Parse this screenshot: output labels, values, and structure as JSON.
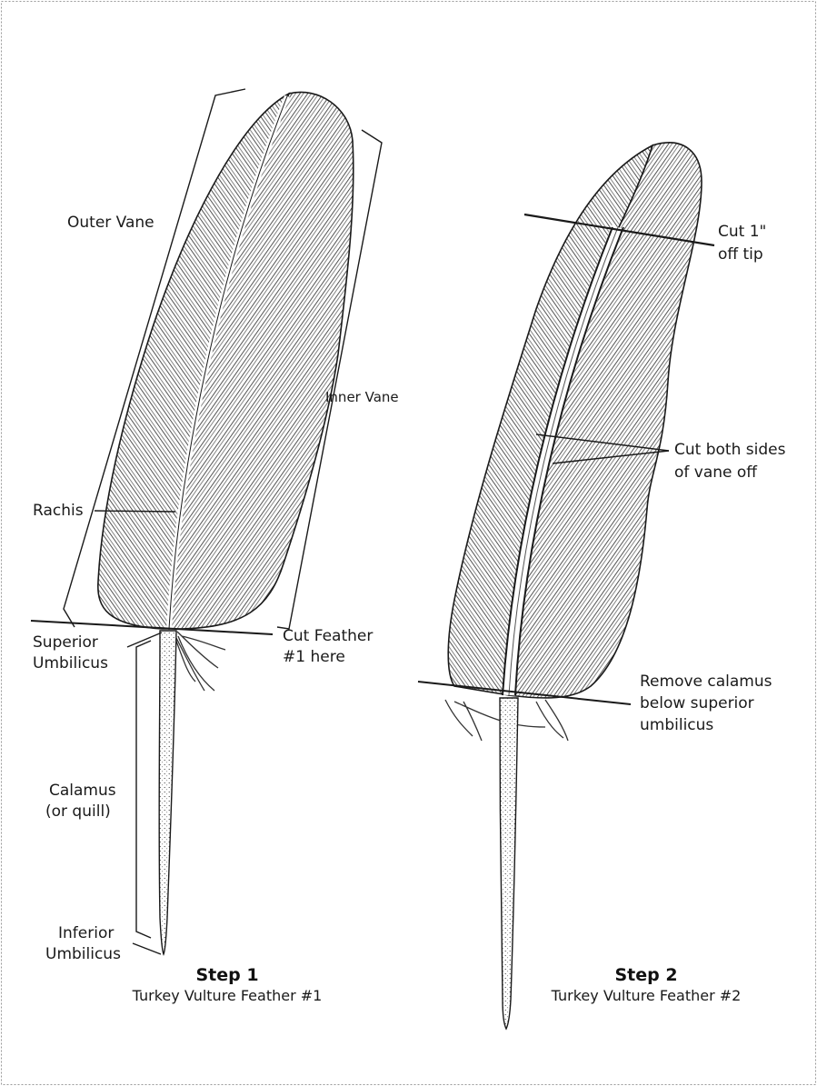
{
  "colors": {
    "ink": "#1a1a1a",
    "feather_shade": "#6b6b6b",
    "border": "#9a9a9a",
    "background": "#ffffff"
  },
  "step1": {
    "title": "Step 1",
    "subtitle": "Turkey Vulture Feather #1",
    "labels": {
      "outer_vane": "Outer Vane",
      "inner_vane": "Inner Vane",
      "rachis": "Rachis",
      "superior_umbilicus_1": "Superior",
      "superior_umbilicus_2": "Umbilicus",
      "cut_feather_1": "Cut Feather",
      "cut_feather_2": "#1 here",
      "calamus_1": "Calamus",
      "calamus_2": "(or quill)",
      "inferior_umbilicus_1": "Inferior",
      "inferior_umbilicus_2": "Umbilicus"
    }
  },
  "step2": {
    "title": "Step 2",
    "subtitle": "Turkey Vulture Feather #2",
    "labels": {
      "cut_tip_1": "Cut 1\"",
      "cut_tip_2": "off tip",
      "cut_sides_1": "Cut both sides",
      "cut_sides_2": "of vane off",
      "remove_calamus_1": "Remove calamus",
      "remove_calamus_2": "below superior",
      "remove_calamus_3": "umbilicus"
    }
  }
}
